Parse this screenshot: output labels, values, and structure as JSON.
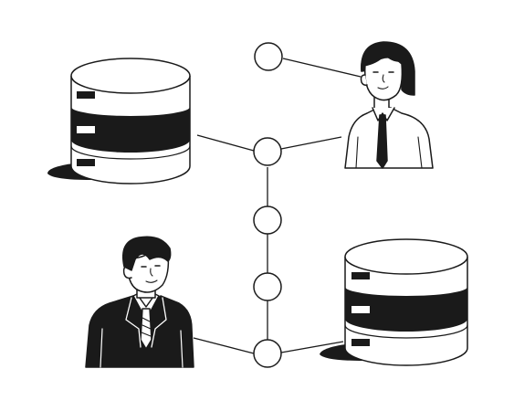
{
  "illustration": {
    "ink_color": "#1a1a1a",
    "paper_color": "#ffffff",
    "elements": {
      "database_top_left": "database-icon",
      "database_bottom_right": "database-icon",
      "person_top_right": "woman-avatar",
      "person_bottom_left": "man-avatar",
      "network": "network-nodes"
    }
  }
}
